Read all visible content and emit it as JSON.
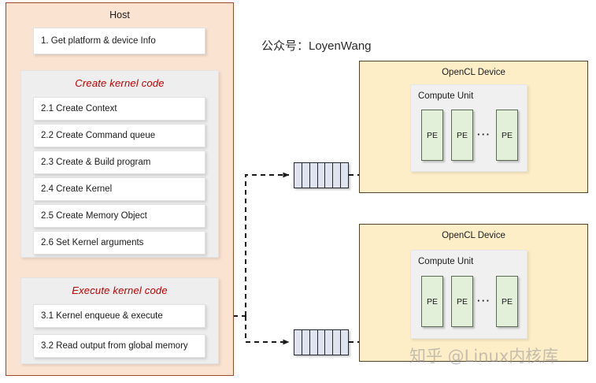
{
  "host": {
    "title": "Host",
    "step1": {
      "label": "1. Get platform & device Info"
    },
    "create_group": {
      "title": "Create kernel code",
      "steps": [
        {
          "label": "2.1 Create Context"
        },
        {
          "label": "2.2 Create Command queue"
        },
        {
          "label": "2.3 Create & Build program"
        },
        {
          "label": "2.4 Create Kernel"
        },
        {
          "label": "2.5 Create Memory Object"
        },
        {
          "label": "2.6 Set Kernel arguments"
        }
      ]
    },
    "execute_group": {
      "title": "Execute kernel code",
      "steps": [
        {
          "label": "3.1 Kernel enqueue & execute"
        },
        {
          "label": "3.2 Read output from global memory"
        }
      ]
    }
  },
  "queues": [
    {
      "name": "command-queue-top",
      "cells": 7
    },
    {
      "name": "command-queue-bottom",
      "cells": 7
    }
  ],
  "devices": [
    {
      "title": "OpenCL Device",
      "compute_unit": {
        "title": "Compute Unit",
        "pes": [
          "PE",
          "PE",
          "PE"
        ],
        "ellipsis": "···"
      }
    },
    {
      "title": "OpenCL Device",
      "compute_unit": {
        "title": "Compute Unit",
        "pes": [
          "PE",
          "PE",
          "PE"
        ],
        "ellipsis": "···"
      }
    }
  ],
  "watermarks": {
    "top": "公众号：LoyenWang",
    "bottom": "知乎 @Linux内核库"
  },
  "colors": {
    "host_fill": "#fbe3d2",
    "host_border": "#9c4a2a",
    "group_fill": "#eeeeee",
    "group_title": "#c00000",
    "device_fill": "#fdeec8",
    "device_border": "#4f4226",
    "pe_fill": "#e2efd9",
    "queue_fill": "#dfe3f0",
    "arrow": "#1b1b1b"
  }
}
